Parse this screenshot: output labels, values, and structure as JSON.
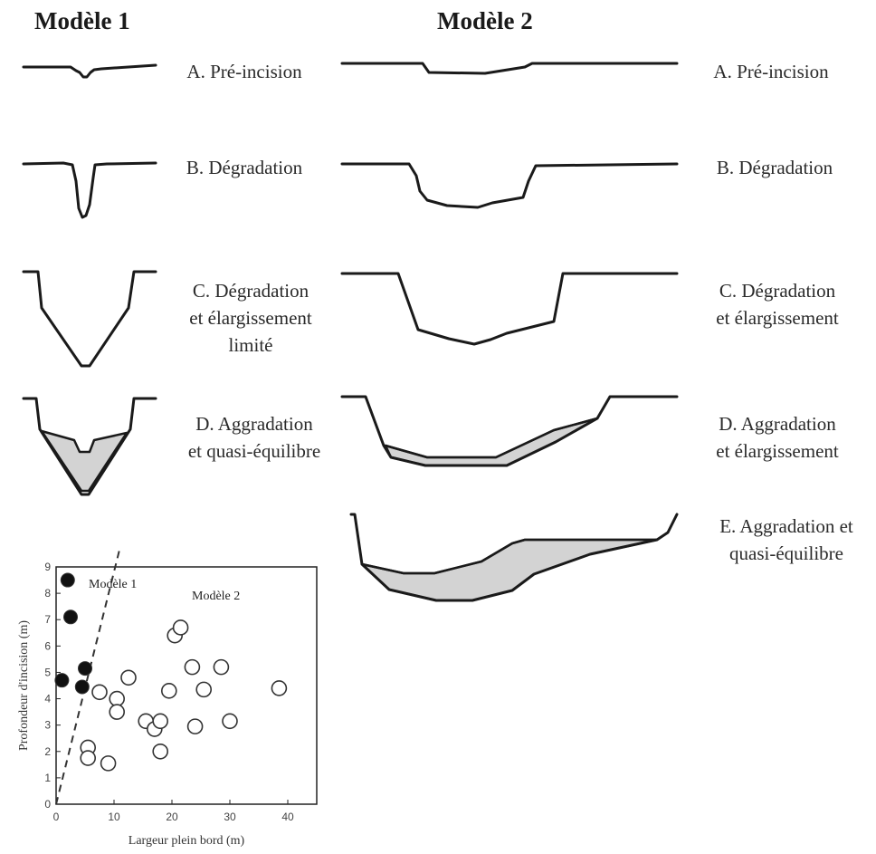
{
  "headings": {
    "model1": "Modèle 1",
    "model2": "Modèle 2"
  },
  "model1_stages": [
    {
      "line1": "A. Pré-incision",
      "line2": "",
      "line3": ""
    },
    {
      "line1": "B. Dégradation",
      "line2": "",
      "line3": ""
    },
    {
      "line1": "C. Dégradation",
      "line2": "et élargissement",
      "line3": "limité"
    },
    {
      "line1": "D. Aggradation",
      "line2": "et quasi-équilibre",
      "line3": ""
    }
  ],
  "model2_stages": [
    {
      "line1": "A. Pré-incision",
      "line2": ""
    },
    {
      "line1": "B. Dégradation",
      "line2": ""
    },
    {
      "line1": "C. Dégradation",
      "line2": "et élargissement"
    },
    {
      "line1": "D. Aggradation",
      "line2": "et élargissement"
    },
    {
      "line1": "E. Aggradation et",
      "line2": "quasi-équilibre"
    }
  ],
  "colors": {
    "section_line": "#1a1a1a",
    "aggradation_fill": "#d3d3d3",
    "model1_marker": "#111111",
    "model2_marker": "#ffffff"
  },
  "chart_data": {
    "type": "scatter",
    "xlabel": "Largeur plein bord (m)",
    "ylabel": "Profondeur d'incision (m)",
    "xlim": [
      0,
      45
    ],
    "ylim": [
      0,
      9
    ],
    "xticks": [
      0,
      10,
      20,
      30,
      40
    ],
    "yticks": [
      0,
      1,
      2,
      3,
      4,
      5,
      6,
      7,
      8,
      9
    ],
    "grid": false,
    "annotations": [
      "Modèle 1",
      "Modèle 2"
    ],
    "divider_line": {
      "x": [
        0,
        11
      ],
      "y": [
        0,
        9.7
      ],
      "style": "dashed"
    },
    "series": [
      {
        "name": "Modèle 1",
        "marker": "filled-circle",
        "points": [
          {
            "x": 2,
            "y": 8.5
          },
          {
            "x": 2.5,
            "y": 7.1
          },
          {
            "x": 1,
            "y": 4.7
          },
          {
            "x": 5,
            "y": 5.15
          },
          {
            "x": 4.5,
            "y": 4.45
          }
        ]
      },
      {
        "name": "Modèle 2",
        "marker": "open-circle",
        "points": [
          {
            "x": 5.5,
            "y": 2.15
          },
          {
            "x": 5.5,
            "y": 1.75
          },
          {
            "x": 7.5,
            "y": 4.25
          },
          {
            "x": 9,
            "y": 1.55
          },
          {
            "x": 10.5,
            "y": 4.0
          },
          {
            "x": 10.5,
            "y": 3.5
          },
          {
            "x": 12.5,
            "y": 4.8
          },
          {
            "x": 15.5,
            "y": 3.15
          },
          {
            "x": 17,
            "y": 2.85
          },
          {
            "x": 18,
            "y": 3.15
          },
          {
            "x": 18,
            "y": 2.0
          },
          {
            "x": 19.5,
            "y": 4.3
          },
          {
            "x": 20.5,
            "y": 6.4
          },
          {
            "x": 21.5,
            "y": 6.7
          },
          {
            "x": 23.5,
            "y": 5.2
          },
          {
            "x": 24,
            "y": 2.95
          },
          {
            "x": 25.5,
            "y": 4.35
          },
          {
            "x": 28.5,
            "y": 5.2
          },
          {
            "x": 30,
            "y": 3.15
          },
          {
            "x": 38.5,
            "y": 4.4
          }
        ]
      }
    ]
  }
}
